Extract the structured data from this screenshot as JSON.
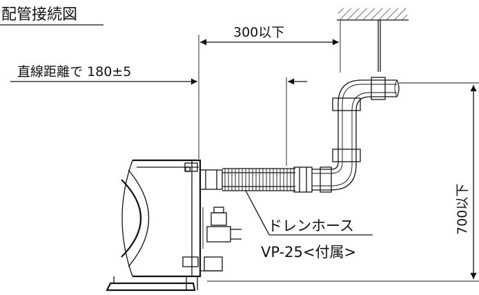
{
  "title": "配管接続図",
  "dimensions": {
    "horizontal_max": "300以下",
    "straight_distance": "直線距離で 180±5",
    "vertical_max": "700以下"
  },
  "hose": {
    "name": "ドレンホース",
    "spec": "VP-25<付属>"
  }
}
